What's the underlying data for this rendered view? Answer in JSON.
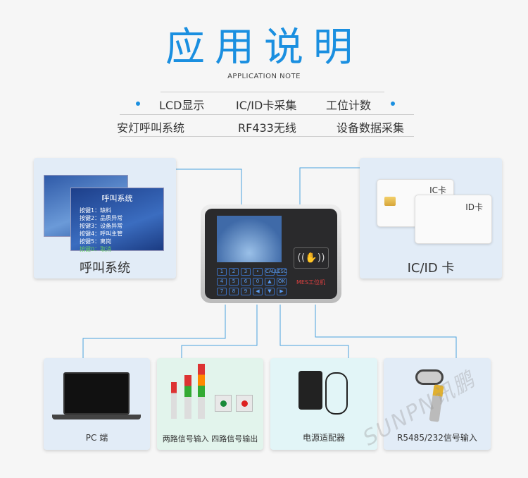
{
  "header": {
    "title": "应用说明",
    "subtitle": "APPLICATION NOTE"
  },
  "features": {
    "row1": [
      "LCD显示",
      "IC/ID卡采集",
      "工位计数"
    ],
    "row2": [
      "安灯呼叫系统",
      "RF433无线",
      "设备数据采集"
    ]
  },
  "call_system": {
    "label": "呼叫系统",
    "screen_title": "呼叫系统",
    "menu": [
      "按键1：缺料",
      "按键2：品质异常",
      "按键3：设备异常",
      "按键4：呼叫主管",
      "按键5：离岗",
      "按键0：取消"
    ]
  },
  "card_panel": {
    "label": "IC/ID 卡",
    "ic": "IC卡",
    "id": "ID卡"
  },
  "device": {
    "brand": "MES工位机",
    "keys": [
      "1",
      "2",
      "3",
      "•",
      "CALL",
      "ESC",
      "4",
      "5",
      "6",
      "0",
      "▲",
      "OK",
      "7",
      "8",
      "9",
      "◀",
      "▼",
      "▶"
    ]
  },
  "peripherals": [
    {
      "label": "PC 端"
    },
    {
      "label": "两路信号输入 四路信号输出"
    },
    {
      "label": "电源适配器"
    },
    {
      "label": "R5485/232信号输入"
    }
  ],
  "watermark": "SUNPN讯鹏",
  "colors": {
    "accent": "#1a8fe0",
    "line": "#4aa3df"
  }
}
